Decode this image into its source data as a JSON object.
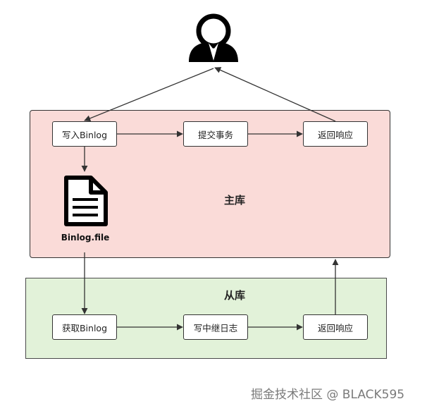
{
  "master": {
    "label": "主库",
    "nodes": {
      "write_binlog": "写入Binlog",
      "commit": "提交事务",
      "response": "返回响应"
    },
    "file_label": "Binlog.file"
  },
  "slave": {
    "label": "从库",
    "nodes": {
      "fetch_binlog": "获取Binlog",
      "write_relay_log": "写中继日志",
      "response": "返回响应"
    }
  },
  "icons": {
    "user": "user-icon",
    "file": "document-icon"
  },
  "colors": {
    "master_bg": "#fadbd8",
    "slave_bg": "#e2f2d9",
    "stroke": "#333333"
  },
  "watermark": "掘金技术社区 @ BLACK595"
}
